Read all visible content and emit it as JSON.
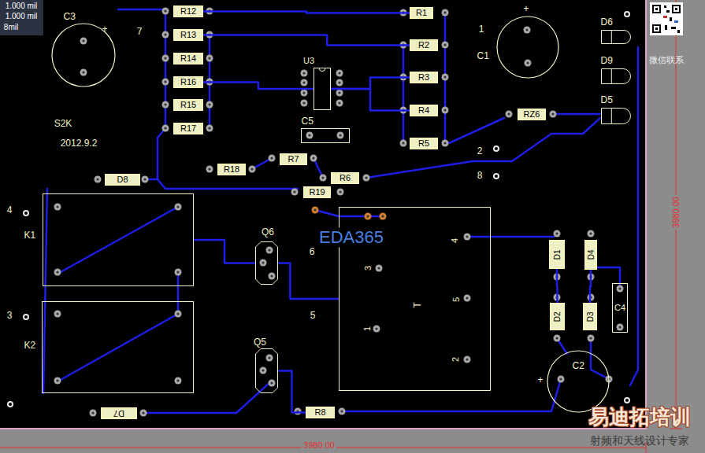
{
  "diagram": {
    "nodes": [
      {
        "text": [
          "C3"
        ]
      },
      {
        "text": [
          "R12"
        ]
      },
      {
        "text": [
          "R13"
        ]
      },
      {
        "text": [
          "R14"
        ]
      },
      {
        "text": [
          "R16"
        ]
      },
      {
        "text": [
          "R15"
        ]
      },
      {
        "text": [
          "R17"
        ]
      },
      {
        "text": [
          "U3"
        ]
      },
      {
        "text": [
          "R1"
        ]
      },
      {
        "text": [
          "R2"
        ]
      },
      {
        "text": [
          "R3"
        ]
      },
      {
        "text": [
          "R4"
        ]
      },
      {
        "text": [
          "R5"
        ]
      },
      {
        "text": [
          "C1"
        ]
      },
      {
        "text": [
          "D6"
        ]
      },
      {
        "text": [
          "D9"
        ]
      },
      {
        "text": [
          "D5"
        ]
      },
      {
        "text": [
          "C5"
        ]
      },
      {
        "text": [
          "RZ6"
        ]
      },
      {
        "text": [
          "R7"
        ]
      },
      {
        "text": [
          "R18"
        ]
      },
      {
        "text": [
          "R6"
        ]
      },
      {
        "text": [
          "R19"
        ]
      },
      {
        "text": [
          "D8"
        ]
      },
      {
        "text": [
          "K1"
        ]
      },
      {
        "text": [
          "Q6"
        ]
      },
      {
        "text": [
          "T"
        ]
      },
      {
        "text": [
          "D1"
        ]
      },
      {
        "text": [
          "D4"
        ]
      },
      {
        "text": [
          "K2"
        ]
      },
      {
        "text": [
          "D2"
        ]
      },
      {
        "text": [
          "D3"
        ]
      },
      {
        "text": [
          "C4"
        ]
      },
      {
        "text": [
          "Q5"
        ]
      },
      {
        "text": [
          "C2"
        ]
      },
      {
        "text": [
          "D7"
        ]
      },
      {
        "text": [
          "R8"
        ]
      }
    ],
    "edges": [
      {
        "from": 1,
        "to": 8,
        "arrow": "none"
      },
      {
        "from": 2,
        "to": 9,
        "arrow": "none"
      },
      {
        "from": 4,
        "to": 7,
        "arrow": "none"
      },
      {
        "from": 7,
        "to": 10,
        "arrow": "none"
      },
      {
        "from": 7,
        "to": 11,
        "arrow": "none"
      },
      {
        "from": 24,
        "to": 25,
        "arrow": "none"
      },
      {
        "from": 25,
        "to": 26,
        "arrow": "none"
      },
      {
        "from": 27,
        "to": 30,
        "arrow": "none"
      },
      {
        "from": 28,
        "to": 31,
        "arrow": "none"
      },
      {
        "from": 33,
        "to": 36,
        "arrow": "none"
      }
    ],
    "labels": [
      "1.000 mil",
      "1.000 mil",
      "8mil",
      "7",
      "1",
      "+",
      "+",
      "S2K",
      "2012.9.2",
      "2",
      "8",
      "4",
      "3",
      "6",
      "5",
      "EDA365",
      "4",
      "3",
      "5",
      "1",
      "2",
      "+",
      "3980.00",
      "3980.00",
      "微信联系",
      "易迪拓培训",
      "射频和天线设计专家"
    ]
  }
}
